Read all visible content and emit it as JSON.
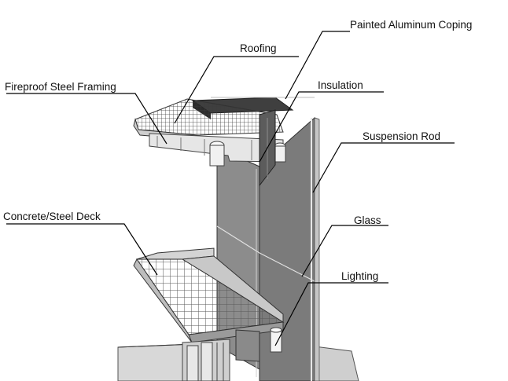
{
  "labels": {
    "painted_aluminum_coping": "Painted Aluminum Coping",
    "roofing": "Roofing",
    "fireproof_steel_framing": "Fireproof Steel Framing",
    "insulation": "Insulation",
    "suspension_rod": "Suspension Rod",
    "concrete_steel_deck": "Concrete/Steel Deck",
    "glass": "Glass",
    "lighting": "Lighting"
  },
  "colors": {
    "panel_dark": "#7d7d7d",
    "panel_mid": "#a3a3a3",
    "panel_light": "#dcdcdc",
    "leader": "#000000"
  }
}
